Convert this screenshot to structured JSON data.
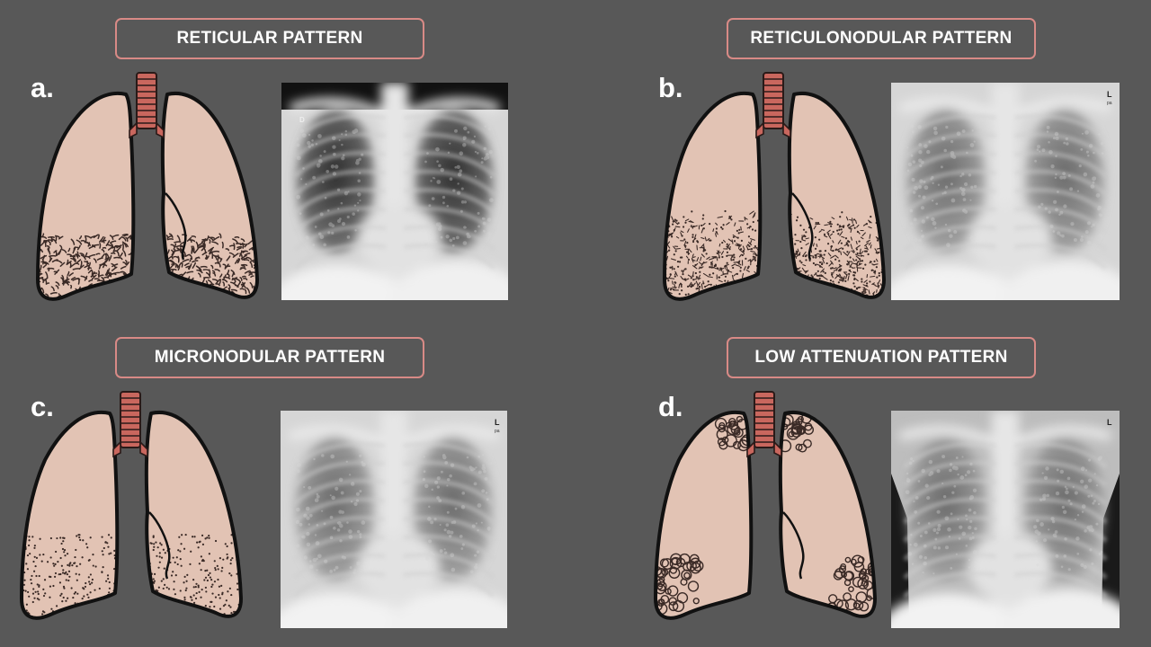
{
  "panels": [
    {
      "letter": "a.",
      "title": "RETICULAR PATTERN",
      "pattern": "reticular",
      "xray_marker": "D",
      "xray_submarker": ""
    },
    {
      "letter": "b.",
      "title": "RETICULONODULAR PATTERN",
      "pattern": "reticulonodular",
      "xray_marker": "L",
      "xray_submarker": "pa"
    },
    {
      "letter": "c.",
      "title": "MICRONODULAR PATTERN",
      "pattern": "micronodular",
      "xray_marker": "L",
      "xray_submarker": "pa"
    },
    {
      "letter": "d.",
      "title": "LOW ATTENUATION PATTERN",
      "pattern": "low-attenuation",
      "xray_marker": "L",
      "xray_submarker": ""
    }
  ],
  "colors": {
    "background": "#585858",
    "box_border": "#d88a86",
    "lung_fill": "#e2c3b4",
    "trachea": "#c9675e",
    "outline": "#111111"
  },
  "icons": [
    "lung-diagram-icon",
    "chest-xray-image"
  ]
}
